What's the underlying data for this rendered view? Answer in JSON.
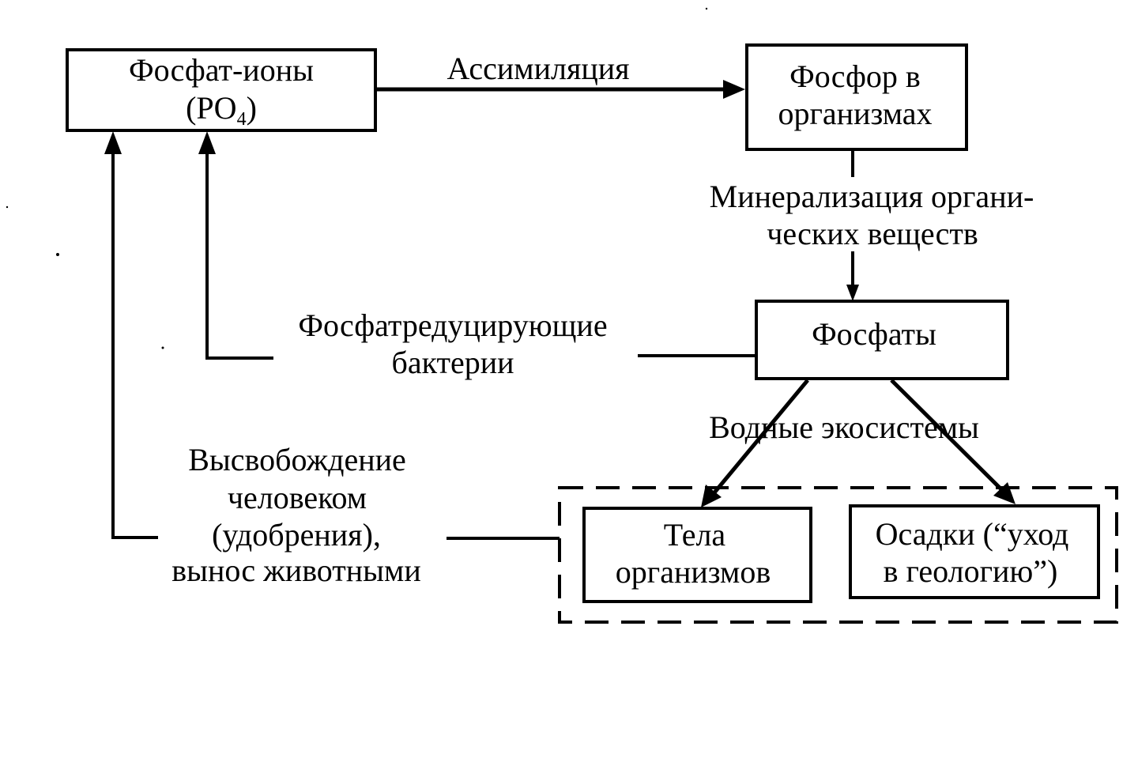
{
  "nodes": {
    "phosphate_ions": {
      "line1": "Фосфат-ионы",
      "line2_prefix": "(PO",
      "line2_sub": "4",
      "line2_suffix": ")"
    },
    "phosphorus_organisms": {
      "line1": "Фосфор в",
      "line2": "организмах"
    },
    "phosphates": {
      "label": "Фосфаты"
    },
    "bodies": {
      "line1": "Тела",
      "line2": "организмов"
    },
    "sediments": {
      "line1": "Осадки (“уход",
      "line2": "в геологию”)"
    }
  },
  "edges": {
    "assimilation": "Ассимиляция",
    "mineralization": {
      "line1": "Минерализация органи-",
      "line2": "ческих веществ"
    },
    "bacteria": {
      "line1": "Фосфатредуцирующие",
      "line2": "бактерии"
    },
    "water": "Водные экосистемы",
    "release": {
      "line1": "Высвобождение",
      "line2": "человеком",
      "line3": "(удобрения),",
      "line4": "вынос животными"
    }
  }
}
